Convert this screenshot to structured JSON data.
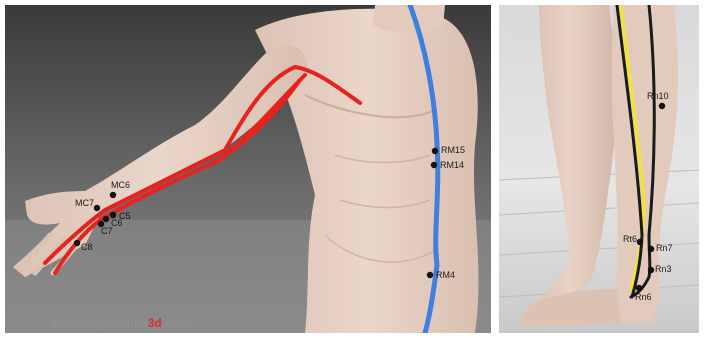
{
  "left_panel": {
    "points": [
      {
        "id": "mc6",
        "label": "MC6"
      },
      {
        "id": "mc7",
        "label": "MC7"
      },
      {
        "id": "c5",
        "label": "C5"
      },
      {
        "id": "c6",
        "label": "C6"
      },
      {
        "id": "c7",
        "label": "C7"
      },
      {
        "id": "c8",
        "label": "C8"
      },
      {
        "id": "rm15",
        "label": "RM15"
      },
      {
        "id": "rm14",
        "label": "RM14"
      },
      {
        "id": "rm4",
        "label": "RM4"
      }
    ],
    "watermark": {
      "prefix": "www.acupuncture",
      "accent": "3d",
      "suffix": ".com"
    }
  },
  "right_panel": {
    "points": [
      {
        "id": "rn10",
        "label": "Rn10"
      },
      {
        "id": "rt6",
        "label": "Rt6"
      },
      {
        "id": "rn7",
        "label": "Rn7"
      },
      {
        "id": "rn3",
        "label": "Rn3"
      },
      {
        "id": "rn6",
        "label": "Rn6"
      }
    ]
  },
  "colors": {
    "arm_meridian": "#e8231f",
    "conception_vessel": "#3f7fe0",
    "spleen_meridian": "#f2e23a",
    "kidney_meridian": "#1a1a1a",
    "skin": "#e6cfc2"
  }
}
